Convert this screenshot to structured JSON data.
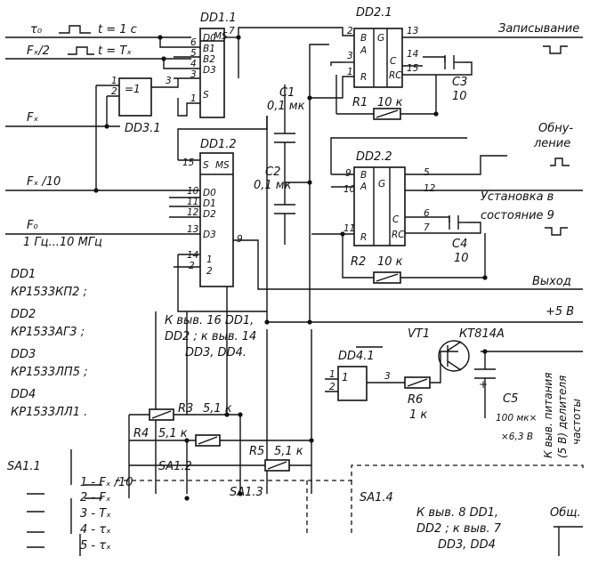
{
  "chips": {
    "dd11": {
      "title": "DD1.1",
      "pins": [
        "D0",
        "B1",
        "B2",
        "D3",
        "S",
        "MS"
      ],
      "nums": [
        "6",
        "5",
        "4",
        "3",
        "1",
        "7"
      ]
    },
    "dd12": {
      "title": "DD1.2",
      "pins": [
        "S",
        "D0",
        "D1",
        "D2",
        "D3",
        "1",
        "2",
        "MS"
      ],
      "nums": [
        "15",
        "10",
        "11",
        "12",
        "13",
        "14",
        "2",
        "9"
      ]
    },
    "dd21": {
      "title": "DD2.1",
      "pins": [
        "B",
        "A",
        "R",
        "G",
        "C",
        "RC"
      ],
      "nums": [
        "2",
        "3",
        "1",
        "13",
        "14",
        "15"
      ]
    },
    "dd22": {
      "title": "DD2.2",
      "pins": [
        "B",
        "A",
        "R",
        "G",
        "C",
        "RC"
      ],
      "nums": [
        "9",
        "10",
        "11",
        "5",
        "12",
        "6",
        "7"
      ]
    },
    "dd31": {
      "title": "DD3.1",
      "sym": "=1",
      "nums": [
        "1",
        "2",
        "3"
      ]
    },
    "dd41": {
      "title": "DD4.1",
      "sym": "1",
      "nums": [
        "1",
        "2",
        "3"
      ]
    }
  },
  "inputs": {
    "to": "τ₀",
    "to_t": "t = 1 c",
    "fx2": "Fₓ/2",
    "fx2_t": "t = Tₓ",
    "fx": "Fₓ",
    "fx10": "Fₓ /10",
    "fo": "F₀",
    "fo_range": "1 Гц...10 МГц"
  },
  "outputs": {
    "write": "Записывание",
    "reset_1": "Обну-",
    "reset_2": "ление",
    "set_1": "Установка в",
    "set_2": "состояние 9",
    "out": "Выход",
    "vcc": "+5 В"
  },
  "components": {
    "c1": [
      "C1",
      "0,1 мк"
    ],
    "c2": [
      "C2",
      "0,1 мк"
    ],
    "c3": [
      "C3",
      "10"
    ],
    "c4": [
      "C4",
      "10"
    ],
    "c5": [
      "C5",
      "100 мк×",
      "×6,3 В"
    ],
    "r1": [
      "R1",
      "10 к"
    ],
    "r2": [
      "R2",
      "10 к"
    ],
    "r3": [
      "R3",
      "5,1 к"
    ],
    "r4": [
      "R4",
      "5,1 к"
    ],
    "r5": [
      "R5",
      "5,1 к"
    ],
    "r6": [
      "R6",
      "1 к"
    ],
    "vt1": [
      "VT1",
      "КТ814А"
    ]
  },
  "chip_list": [
    "DD1",
    "КР1533КП2 ;",
    "DD2",
    "КР1533АГ3 ;",
    "DD3",
    "КР1533ЛП5 ;",
    "DD4",
    "КР1533ЛЛ1 ."
  ],
  "power_note": [
    "К выв. 16 DD1,",
    "DD2 ; к выв. 14",
    "DD3, DD4."
  ],
  "ground_note": [
    "К выв. 8 DD1,",
    "DD2 ; к выв. 7",
    "DD3, DD4"
  ],
  "ground_label": "Общ.",
  "side_note": [
    "К выв. питания",
    "(5 В) делителя",
    "частоты"
  ],
  "switches": {
    "sa11": "SA1.1",
    "sa12": "SA1.2",
    "sa13": "SA1.3",
    "sa14": "SA1.4",
    "positions": [
      "1 - Fₓ /10",
      "2 - Fₓ",
      "3 - Tₓ",
      "4 - τₓ",
      "5 - τₓ"
    ]
  }
}
